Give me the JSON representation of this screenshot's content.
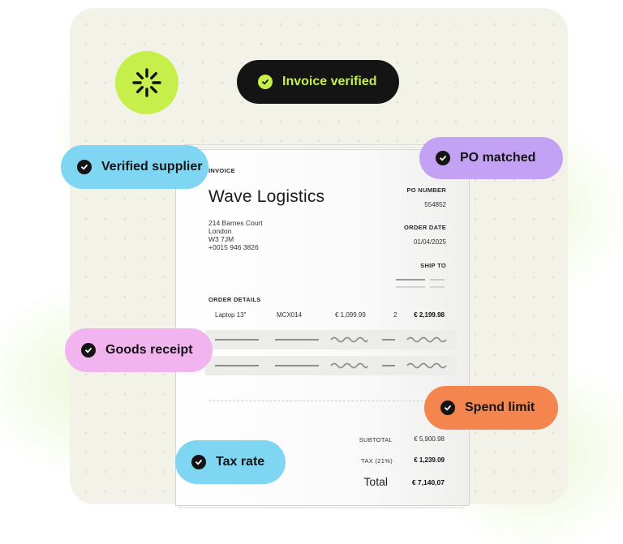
{
  "badges": {
    "invoice_verified": "Invoice verified",
    "verified_supplier": "Verified supplier",
    "po_matched": "PO matched",
    "goods_receipt": "Goods receipt",
    "spend_limit": "Spend limit",
    "tax_rate": "Tax rate"
  },
  "invoice": {
    "heading": "INVOICE",
    "company": "Wave Logistics",
    "address": [
      "214 Barnes Court",
      "London",
      "W3 7JM",
      "+0015 946 3826"
    ],
    "po_number_label": "PO NUMBER",
    "po_number": "554852",
    "order_date_label": "ORDER DATE",
    "order_date": "01/04/2025",
    "ship_to_label": "SHIP TO",
    "order_details_label": "ORDER DETAILS",
    "line_item": {
      "name": "Laptop 13\"",
      "sku": "MCX014",
      "unit_price": "€ 1,099.99",
      "qty": "2",
      "total": "€ 2,199.98"
    },
    "subtotal_label": "SUBTOTAL",
    "subtotal": "€ 5,900.98",
    "tax_label": "TAX (21%)",
    "tax": "€ 1,239.09",
    "total_label": "Total",
    "total": "€ 7,140,07"
  },
  "colors": {
    "accent_lime": "#c6ef4c",
    "dark": "#141414",
    "blue": "#7fd6f2",
    "purple": "#c3a2f5",
    "pink": "#f2b4ee",
    "orange": "#f5854f"
  },
  "icons": {
    "status": "loading-spinner-icon",
    "check": "check-circle-icon"
  }
}
